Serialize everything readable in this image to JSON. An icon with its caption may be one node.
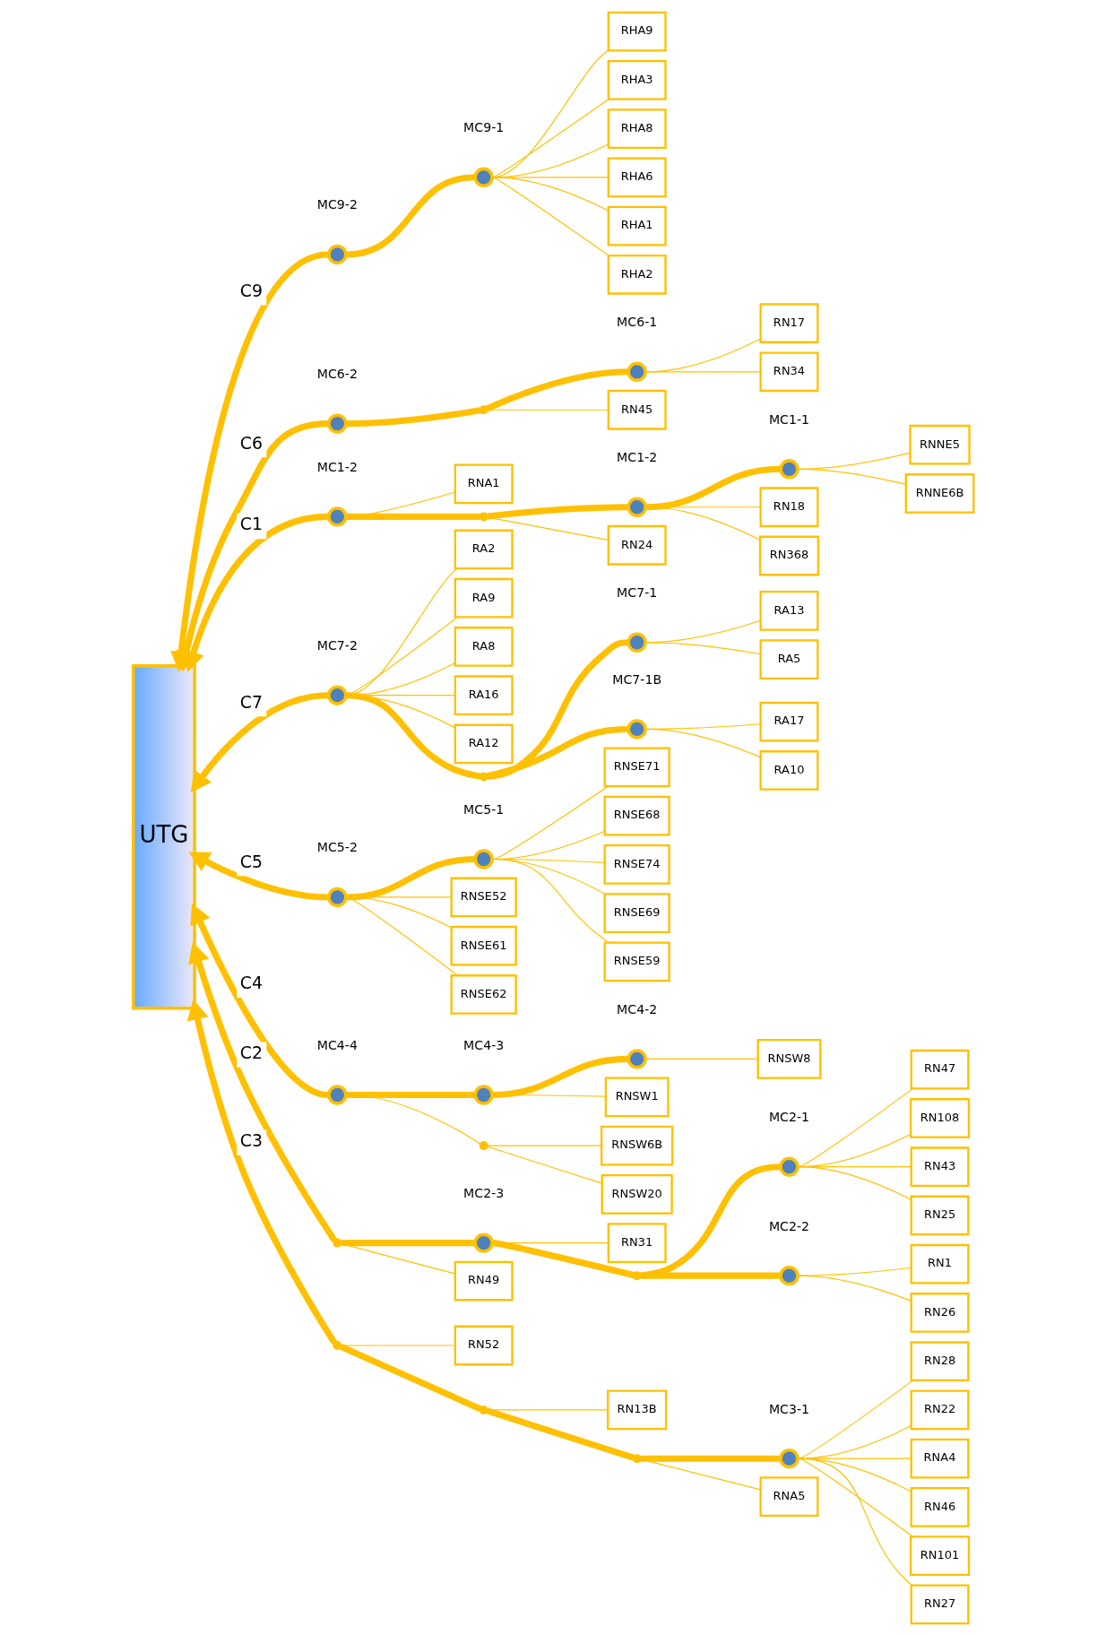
{
  "diagram": {
    "nodes": [
      {
        "text": [
          "UTG"
        ]
      },
      {
        "text": [],
        "shape": "circle",
        "beside": [
          "MC9-1"
        ]
      },
      {
        "text": [
          "RHA9"
        ]
      },
      {
        "text": [
          "RHA3"
        ]
      },
      {
        "text": [
          "RHA8"
        ]
      },
      {
        "text": [
          "RHA6"
        ]
      },
      {
        "text": [
          "RHA1"
        ]
      },
      {
        "text": [
          "RHA2"
        ]
      },
      {
        "text": [],
        "shape": "circle",
        "beside": [
          "MC9-2"
        ]
      },
      {
        "text": [],
        "shape": "circle",
        "beside": [
          "MC6-1"
        ]
      },
      {
        "text": [
          "RN17"
        ]
      },
      {
        "text": [
          "RN34"
        ]
      },
      {
        "text": [
          "RN45"
        ]
      },
      {
        "text": [],
        "shape": "circle",
        "beside": [
          "MC6-2"
        ]
      },
      {
        "text": [],
        "shape": "circle",
        "beside": [
          "MC1-1"
        ]
      },
      {
        "text": [
          "RNNE5"
        ]
      },
      {
        "text": [
          "RNNE6B"
        ]
      },
      {
        "text": [],
        "shape": "circle",
        "beside": [
          "MC1-2"
        ]
      },
      {
        "text": [
          "RN18"
        ]
      },
      {
        "text": [
          "RN368"
        ]
      },
      {
        "text": [
          "RN24"
        ]
      },
      {
        "text": [],
        "shape": "circle",
        "beside": [
          "MC1-2"
        ]
      },
      {
        "text": [
          "RNA1"
        ]
      },
      {
        "text": [],
        "shape": "circle",
        "beside": [
          "MC2-1"
        ]
      },
      {
        "text": [
          "RN47"
        ]
      },
      {
        "text": [
          "RN108"
        ]
      },
      {
        "text": [
          "RN43"
        ]
      },
      {
        "text": [
          "RN25"
        ]
      },
      {
        "text": [],
        "shape": "circle",
        "beside": [
          "MC2-2"
        ]
      },
      {
        "text": [
          "RN1"
        ]
      },
      {
        "text": [
          "RN26"
        ]
      },
      {
        "text": [],
        "shape": "circle",
        "beside": [
          "MC2-3"
        ]
      },
      {
        "text": [
          "RN31"
        ]
      },
      {
        "text": [
          "RN49"
        ]
      },
      {
        "text": [],
        "shape": "circle",
        "beside": [
          "MC3-1"
        ]
      },
      {
        "text": [
          "RN28"
        ]
      },
      {
        "text": [
          "RN22"
        ]
      },
      {
        "text": [
          "RNA4"
        ]
      },
      {
        "text": [
          "RN46"
        ]
      },
      {
        "text": [
          "RN101"
        ]
      },
      {
        "text": [
          "RN27"
        ]
      },
      {
        "text": [
          "RNA5"
        ]
      },
      {
        "text": [
          "RN13B"
        ]
      },
      {
        "text": [
          "RN52"
        ]
      },
      {
        "text": [],
        "shape": "circle",
        "beside": [
          "MC7-1"
        ]
      },
      {
        "text": [
          "RA13"
        ]
      },
      {
        "text": [
          "RA5"
        ]
      },
      {
        "text": [],
        "shape": "circle",
        "beside": [
          "MC7-1B"
        ]
      },
      {
        "text": [
          "RA17"
        ]
      },
      {
        "text": [
          "RA10"
        ]
      },
      {
        "text": [],
        "shape": "circle",
        "beside": [
          "MC7-2"
        ]
      },
      {
        "text": [
          "RA2"
        ]
      },
      {
        "text": [
          "RA9"
        ]
      },
      {
        "text": [
          "RA8"
        ]
      },
      {
        "text": [
          "RA16"
        ]
      },
      {
        "text": [
          "RA12"
        ]
      },
      {
        "text": [],
        "shape": "circle",
        "beside": [
          "MC5-1"
        ]
      },
      {
        "text": [
          "RNSE71"
        ]
      },
      {
        "text": [
          "RNSE68"
        ]
      },
      {
        "text": [
          "RNSE74"
        ]
      },
      {
        "text": [
          "RNSE69"
        ]
      },
      {
        "text": [
          "RNSE59"
        ]
      },
      {
        "text": [],
        "shape": "circle",
        "beside": [
          "MC5-2"
        ]
      },
      {
        "text": [
          "RNSE52"
        ]
      },
      {
        "text": [
          "RNSE61"
        ]
      },
      {
        "text": [
          "RNSE62"
        ]
      },
      {
        "text": [],
        "shape": "circle",
        "beside": [
          "MC4-2"
        ]
      },
      {
        "text": [
          "RNSW8"
        ]
      },
      {
        "text": [],
        "shape": "circle",
        "beside": [
          "MC4-3"
        ]
      },
      {
        "text": [
          "RNSW1"
        ]
      },
      {
        "text": [],
        "shape": "circle",
        "beside": [
          "MC4-4"
        ]
      },
      {
        "text": [
          "RNSW6B"
        ]
      },
      {
        "text": [
          "RNSW20"
        ]
      },
      {
        "text": [],
        "shape": "junction"
      },
      {
        "text": [],
        "shape": "junction"
      },
      {
        "text": [],
        "shape": "junction"
      },
      {
        "text": [],
        "shape": "junction"
      },
      {
        "text": [],
        "shape": "junction"
      },
      {
        "text": [],
        "shape": "junction"
      },
      {
        "text": [],
        "shape": "junction"
      },
      {
        "text": [],
        "shape": "junction"
      },
      {
        "text": [],
        "shape": "junction"
      }
    ],
    "edges": [
      {
        "from": 2,
        "to": 1,
        "arrow": "none"
      },
      {
        "from": 3,
        "to": 1,
        "arrow": "none"
      },
      {
        "from": 4,
        "to": 1,
        "arrow": "none"
      },
      {
        "from": 5,
        "to": 1,
        "arrow": "none"
      },
      {
        "from": 6,
        "to": 1,
        "arrow": "none"
      },
      {
        "from": 7,
        "to": 1,
        "arrow": "none"
      },
      {
        "from": 1,
        "to": 8,
        "arrow": "none",
        "style": "thick"
      },
      {
        "from": 8,
        "to": 0,
        "arrow": "to",
        "style": "thick",
        "label": "C9"
      },
      {
        "from": 10,
        "to": 9,
        "arrow": "none"
      },
      {
        "from": 11,
        "to": 9,
        "arrow": "none"
      },
      {
        "from": 9,
        "to": 73,
        "arrow": "none",
        "style": "thick"
      },
      {
        "from": 73,
        "to": 13,
        "arrow": "none",
        "style": "thick"
      },
      {
        "from": 12,
        "to": 73,
        "arrow": "none"
      },
      {
        "from": 13,
        "to": 0,
        "arrow": "to",
        "style": "thick",
        "label": "C6"
      },
      {
        "from": 15,
        "to": 14,
        "arrow": "none"
      },
      {
        "from": 16,
        "to": 14,
        "arrow": "none"
      },
      {
        "from": 14,
        "to": 17,
        "arrow": "none",
        "style": "thick"
      },
      {
        "from": 18,
        "to": 17,
        "arrow": "none"
      },
      {
        "from": 19,
        "to": 17,
        "arrow": "none"
      },
      {
        "from": 17,
        "to": 74,
        "arrow": "none",
        "style": "thick"
      },
      {
        "from": 74,
        "to": 21,
        "arrow": "none",
        "style": "thick"
      },
      {
        "from": 20,
        "to": 74,
        "arrow": "none"
      },
      {
        "from": 22,
        "to": 21,
        "arrow": "none"
      },
      {
        "from": 21,
        "to": 0,
        "arrow": "to",
        "style": "thick",
        "label": "C1"
      },
      {
        "from": 24,
        "to": 23,
        "arrow": "none"
      },
      {
        "from": 25,
        "to": 23,
        "arrow": "none"
      },
      {
        "from": 26,
        "to": 23,
        "arrow": "none"
      },
      {
        "from": 27,
        "to": 23,
        "arrow": "none"
      },
      {
        "from": 23,
        "to": 75,
        "arrow": "none",
        "style": "thick"
      },
      {
        "from": 75,
        "to": 31,
        "arrow": "none",
        "style": "thick"
      },
      {
        "from": 29,
        "to": 28,
        "arrow": "none"
      },
      {
        "from": 30,
        "to": 28,
        "arrow": "none"
      },
      {
        "from": 28,
        "to": 75,
        "arrow": "none",
        "style": "thick"
      },
      {
        "from": 32,
        "to": 31,
        "arrow": "none"
      },
      {
        "from": 31,
        "to": 76,
        "arrow": "none",
        "style": "thick"
      },
      {
        "from": 33,
        "to": 76,
        "arrow": "none"
      },
      {
        "from": 76,
        "to": 0,
        "arrow": "to",
        "style": "thick",
        "label": "C2"
      },
      {
        "from": 35,
        "to": 34,
        "arrow": "none"
      },
      {
        "from": 36,
        "to": 34,
        "arrow": "none"
      },
      {
        "from": 37,
        "to": 34,
        "arrow": "none"
      },
      {
        "from": 38,
        "to": 34,
        "arrow": "none"
      },
      {
        "from": 39,
        "to": 34,
        "arrow": "none"
      },
      {
        "from": 40,
        "to": 34,
        "arrow": "none"
      },
      {
        "from": 34,
        "to": 77,
        "arrow": "none",
        "style": "thick"
      },
      {
        "from": 41,
        "to": 77,
        "arrow": "none"
      },
      {
        "from": 77,
        "to": 78,
        "arrow": "none",
        "style": "thick"
      },
      {
        "from": 42,
        "to": 78,
        "arrow": "none"
      },
      {
        "from": 78,
        "to": 79,
        "arrow": "none",
        "style": "thick"
      },
      {
        "from": 43,
        "to": 79,
        "arrow": "none"
      },
      {
        "from": 79,
        "to": 0,
        "arrow": "to",
        "style": "thick",
        "label": "C3"
      },
      {
        "from": 45,
        "to": 44,
        "arrow": "none"
      },
      {
        "from": 46,
        "to": 44,
        "arrow": "none"
      },
      {
        "from": 44,
        "to": 80,
        "arrow": "none",
        "style": "thick"
      },
      {
        "from": 80,
        "to": 50,
        "arrow": "none",
        "style": "thick"
      },
      {
        "from": 48,
        "to": 47,
        "arrow": "none"
      },
      {
        "from": 49,
        "to": 47,
        "arrow": "none"
      },
      {
        "from": 47,
        "to": 80,
        "arrow": "none",
        "style": "thick"
      },
      {
        "from": 51,
        "to": 50,
        "arrow": "none"
      },
      {
        "from": 52,
        "to": 50,
        "arrow": "none"
      },
      {
        "from": 53,
        "to": 50,
        "arrow": "none"
      },
      {
        "from": 54,
        "to": 50,
        "arrow": "none"
      },
      {
        "from": 55,
        "to": 50,
        "arrow": "none"
      },
      {
        "from": 50,
        "to": 0,
        "arrow": "to",
        "style": "thick",
        "label": "C7"
      },
      {
        "from": 57,
        "to": 56,
        "arrow": "none"
      },
      {
        "from": 58,
        "to": 56,
        "arrow": "none"
      },
      {
        "from": 59,
        "to": 56,
        "arrow": "none"
      },
      {
        "from": 60,
        "to": 56,
        "arrow": "none"
      },
      {
        "from": 61,
        "to": 56,
        "arrow": "none"
      },
      {
        "from": 56,
        "to": 62,
        "arrow": "none",
        "style": "thick"
      },
      {
        "from": 63,
        "to": 62,
        "arrow": "none"
      },
      {
        "from": 64,
        "to": 62,
        "arrow": "none"
      },
      {
        "from": 65,
        "to": 62,
        "arrow": "none"
      },
      {
        "from": 62,
        "to": 0,
        "arrow": "to",
        "style": "thick",
        "label": "C5"
      },
      {
        "from": 67,
        "to": 66,
        "arrow": "none"
      },
      {
        "from": 66,
        "to": 68,
        "arrow": "none",
        "style": "thick"
      },
      {
        "from": 69,
        "to": 68,
        "arrow": "none"
      },
      {
        "from": 68,
        "to": 70,
        "arrow": "none",
        "style": "thick"
      },
      {
        "from": 71,
        "to": 81,
        "arrow": "none"
      },
      {
        "from": 81,
        "to": 70,
        "arrow": "none"
      },
      {
        "from": 72,
        "to": 81,
        "arrow": "none"
      },
      {
        "from": 70,
        "to": 0,
        "arrow": "to",
        "style": "thick",
        "label": "C4"
      }
    ]
  }
}
